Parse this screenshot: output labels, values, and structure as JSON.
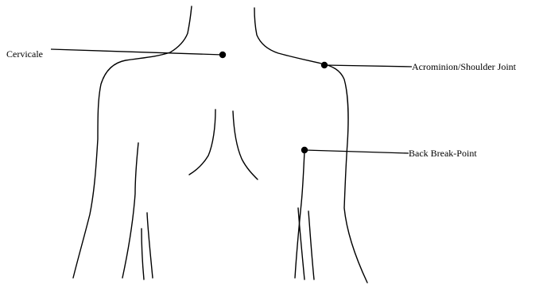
{
  "diagram": {
    "labels": {
      "cervicale": "Cervicale",
      "acromion": "Acrominion/Shoulder Joint",
      "back_break_point": "Back Break-Point"
    },
    "colors": {
      "line": "#000000",
      "background": "#ffffff"
    }
  }
}
